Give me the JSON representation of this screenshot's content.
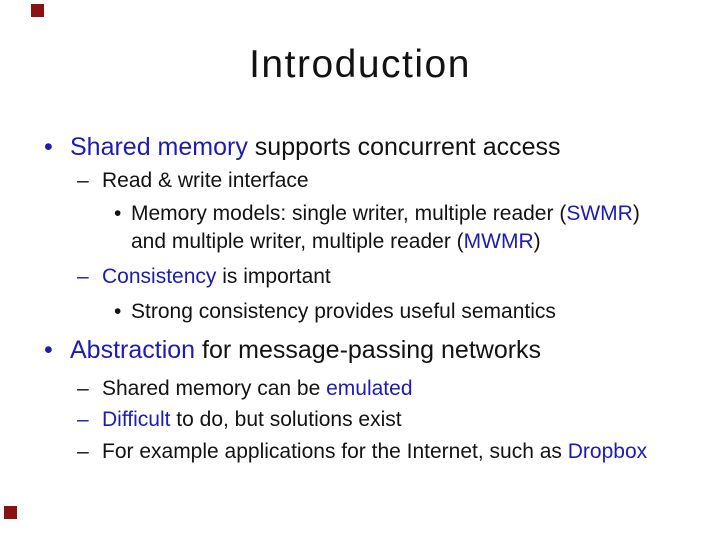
{
  "slide_title": "Introduction",
  "colors": {
    "accent_blue": "#1C1CB4",
    "text_black": "#121212",
    "corner_red": "#8B1212",
    "background": "#FFFFFF"
  },
  "content": {
    "lines": [
      {
        "level": 1,
        "marker": "•",
        "segments": [
          {
            "text": "Shared memory",
            "color": "blue"
          },
          {
            "text": " supports concurrent access",
            "color": "black"
          }
        ]
      },
      {
        "level": 2,
        "marker": "–",
        "segments": [
          {
            "text": "Read & write interface",
            "color": "black"
          }
        ]
      },
      {
        "level": 3,
        "marker": "•",
        "segments": [
          {
            "text": "Memory models: single writer, multiple reader (",
            "color": "black"
          },
          {
            "text": "SWMR",
            "color": "blue"
          },
          {
            "text": ") and multiple writer, multiple reader (",
            "color": "black"
          },
          {
            "text": "MWMR",
            "color": "blue"
          },
          {
            "text": ")",
            "color": "black"
          }
        ]
      },
      {
        "level": 2,
        "marker": "–",
        "segments": [
          {
            "text": "Consistency",
            "color": "blue"
          },
          {
            "text": " is important",
            "color": "black"
          }
        ]
      },
      {
        "level": 3,
        "marker": "•",
        "segments": [
          {
            "text": "Strong consistency provides useful semantics",
            "color": "black"
          }
        ]
      },
      {
        "level": 1,
        "marker": "•",
        "segments": [
          {
            "text": "Abstraction",
            "color": "blue"
          },
          {
            "text": " for message-passing networks",
            "color": "black"
          }
        ]
      },
      {
        "level": 2,
        "marker": "–",
        "segments": [
          {
            "text": "Shared memory can be ",
            "color": "black"
          },
          {
            "text": "emulated",
            "color": "blue"
          }
        ]
      },
      {
        "level": 2,
        "marker": "–",
        "segments": [
          {
            "text": "Difficult",
            "color": "blue"
          },
          {
            "text": " to do, but solutions exist",
            "color": "black"
          }
        ]
      },
      {
        "level": 2,
        "marker": "–",
        "segments": [
          {
            "text": "For example applications for the Internet, such as ",
            "color": "black"
          },
          {
            "text": "Dropbox",
            "color": "blue"
          }
        ]
      }
    ]
  }
}
